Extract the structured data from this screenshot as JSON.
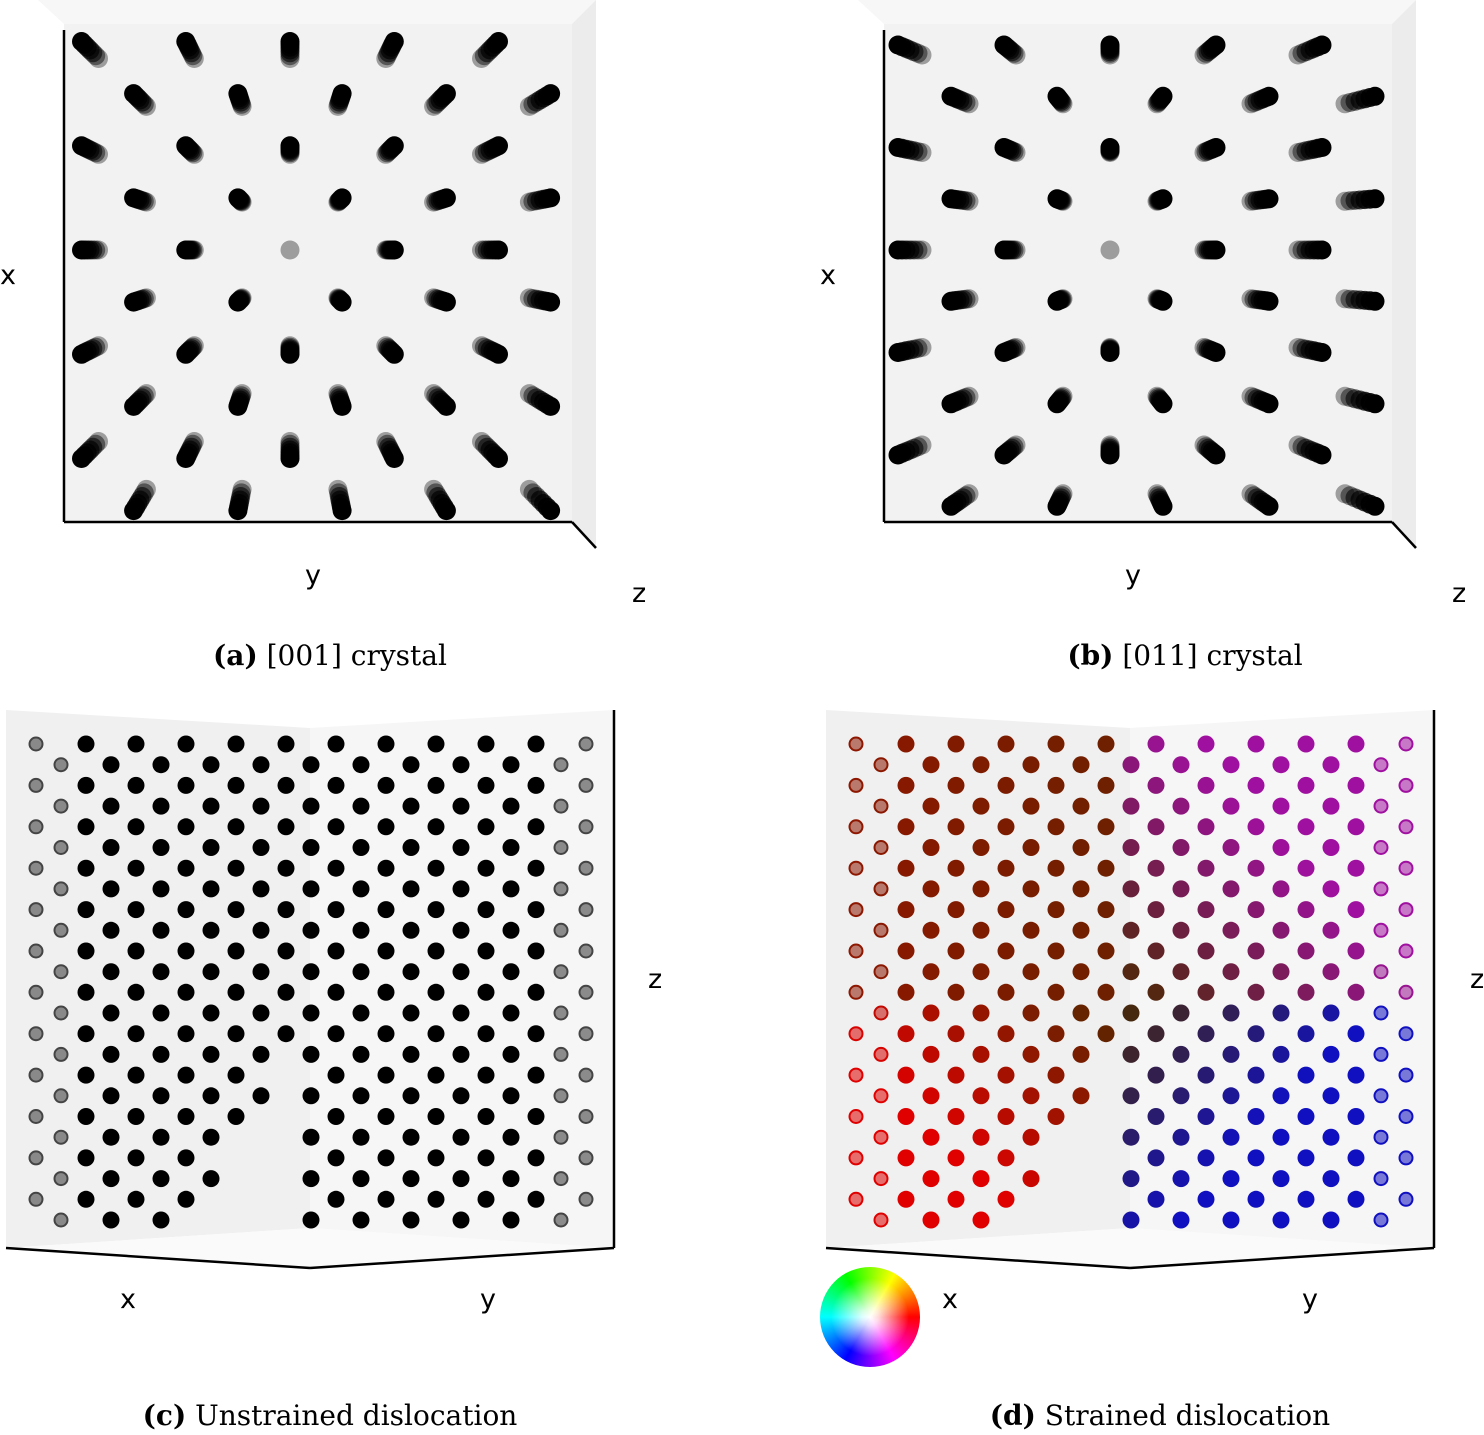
{
  "panels": {
    "a": {
      "tag": "(a)",
      "caption": "[001] crystal",
      "axes": {
        "vertical": "x",
        "horizontal": "y",
        "depth": "z"
      }
    },
    "b": {
      "tag": "(b)",
      "caption": "[011] crystal",
      "axes": {
        "vertical": "x",
        "horizontal": "y",
        "depth": "z"
      }
    },
    "c": {
      "tag": "(c)",
      "caption": "Unstrained dislocation",
      "axes": {
        "left": "x",
        "right": "y",
        "vertical": "z"
      }
    },
    "d": {
      "tag": "(d)",
      "caption": "Strained dislocation",
      "axes": {
        "left": "x",
        "right": "y",
        "vertical": "z"
      },
      "legend_icon": "hue-color-wheel"
    }
  },
  "colors": {
    "atom": "#000000",
    "pane": "#f2f2f2",
    "strained_hue_left_bottom": "#e00000",
    "strained_hue_center": "#4a2a00",
    "strained_hue_top_right": "#a010a0",
    "strained_hue_bottom_right": "#1010c0"
  }
}
